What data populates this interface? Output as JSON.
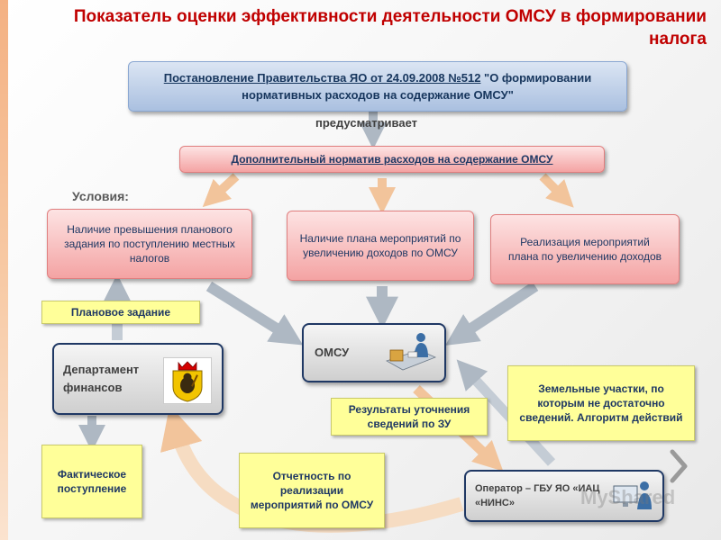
{
  "title": "Показатель оценки эффективности деятельности ОМСУ в формировании налога",
  "decree": {
    "link_text": "Постановление Правительства ЯО от 24.09.2008 №512",
    "rest_text": " \"О формировании нормативных расходов на содержание ОМСУ\""
  },
  "provides_label": "предусматривает",
  "norm_box": "Дополнительный норматив расходов на содержание ОМСУ",
  "conditions_label": "Условия:",
  "conditions": [
    "Наличие превышения планового задания по поступлению местных налогов",
    "Наличие плана мероприятий по увеличению доходов по ОМСУ",
    "Реализация мероприятий плана по увеличению доходов"
  ],
  "plan_task": "Плановое задание",
  "dept": {
    "name": "Департамент финансов",
    "icon": "yaroslavl-coat-of-arms-icon"
  },
  "omsu": {
    "name": "ОМСУ",
    "icon": "office-worker-icon"
  },
  "results_box": "Результаты уточнения сведений по ЗУ",
  "land_box": "Земельные участки, по которым не достаточно сведений. Алгоритм действий",
  "actual_box": "Фактическое поступление",
  "report_box": "Отчетность по реализации мероприятий по ОМСУ",
  "operator": {
    "name": "Оператор – ГБУ ЯО «ИАЦ «НИНС»",
    "icon": "operator-workstation-icon"
  },
  "watermark": "MyShared",
  "colors": {
    "title": "#c00000",
    "box_text": "#1f3864",
    "accent": "#f4b183"
  }
}
